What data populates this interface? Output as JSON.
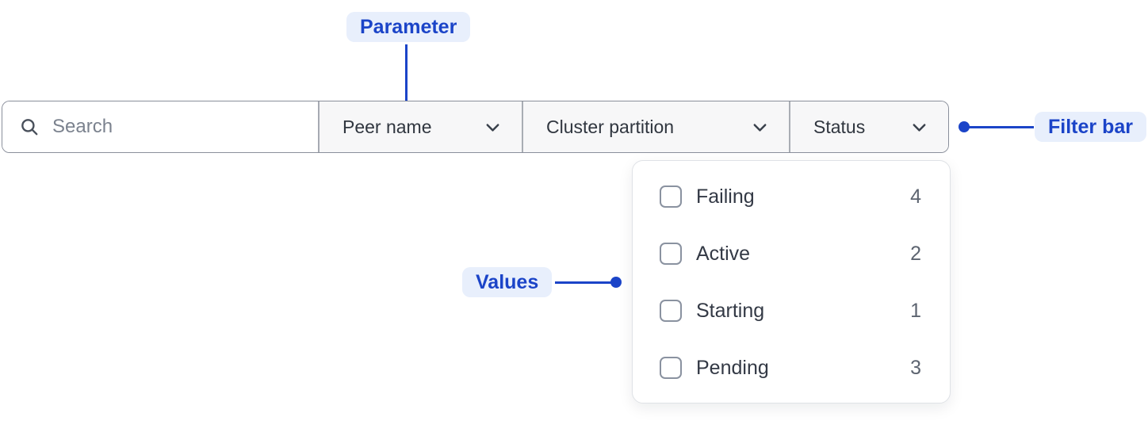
{
  "annotations": {
    "parameter_label": "Parameter",
    "filter_bar_label": "Filter bar",
    "values_label": "Values"
  },
  "filter_bar": {
    "search": {
      "placeholder": "Search",
      "value": ""
    },
    "parameters": [
      {
        "label": "Peer name"
      },
      {
        "label": "Cluster partition"
      },
      {
        "label": "Status"
      }
    ]
  },
  "status_dropdown": {
    "items": [
      {
        "label": "Failing",
        "count": "4",
        "checked": false
      },
      {
        "label": "Active",
        "count": "2",
        "checked": false
      },
      {
        "label": "Starting",
        "count": "1",
        "checked": false
      },
      {
        "label": "Pending",
        "count": "3",
        "checked": false
      }
    ]
  },
  "icons": {
    "search": "search-icon",
    "chevron": "chevron-down-icon"
  },
  "colors": {
    "accent_blue": "#1B44C8",
    "annotation_pill_bg": "#E8EFFC",
    "bar_border": "#8A8F9B",
    "segment_bg": "#F7F7F8",
    "divider": "#A9ADB4",
    "text_dark": "#30363F",
    "text_muted": "#7B828E",
    "count_gray": "#5D6470",
    "panel_border": "#DFE2E6"
  }
}
